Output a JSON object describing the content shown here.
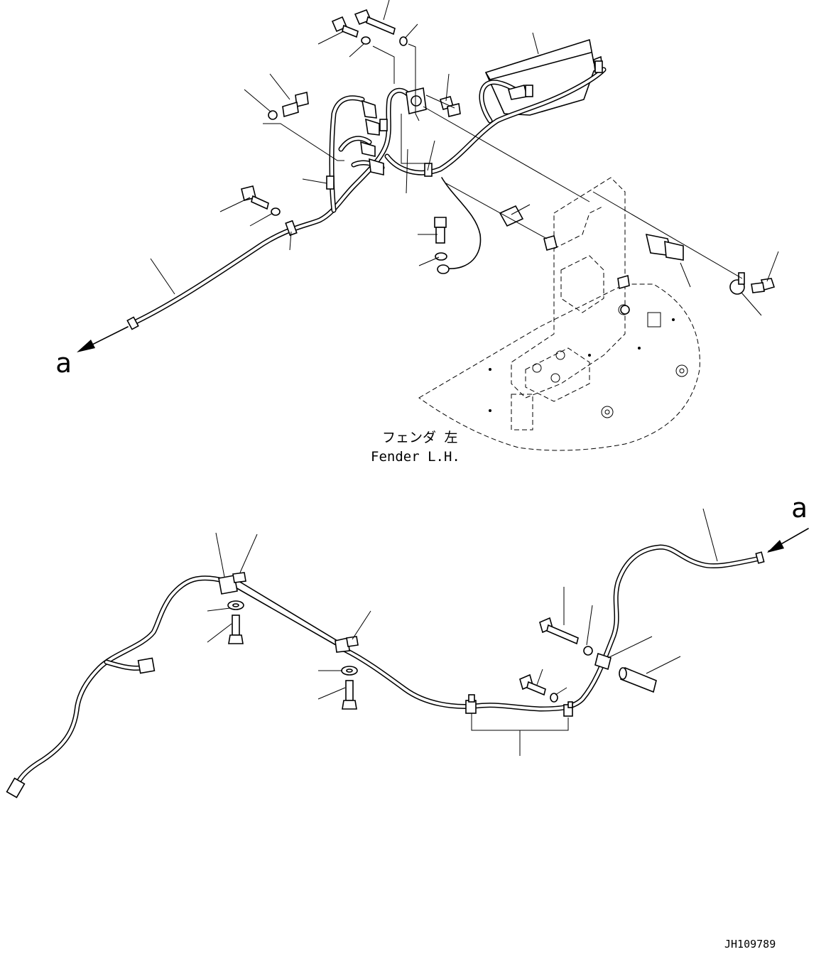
{
  "fender_label_jp": "フェンダ 左",
  "fender_label_en": "Fender L.H.",
  "connector_ref_upper": "a",
  "connector_ref_lower": "a",
  "drawing_number": "JH109789"
}
